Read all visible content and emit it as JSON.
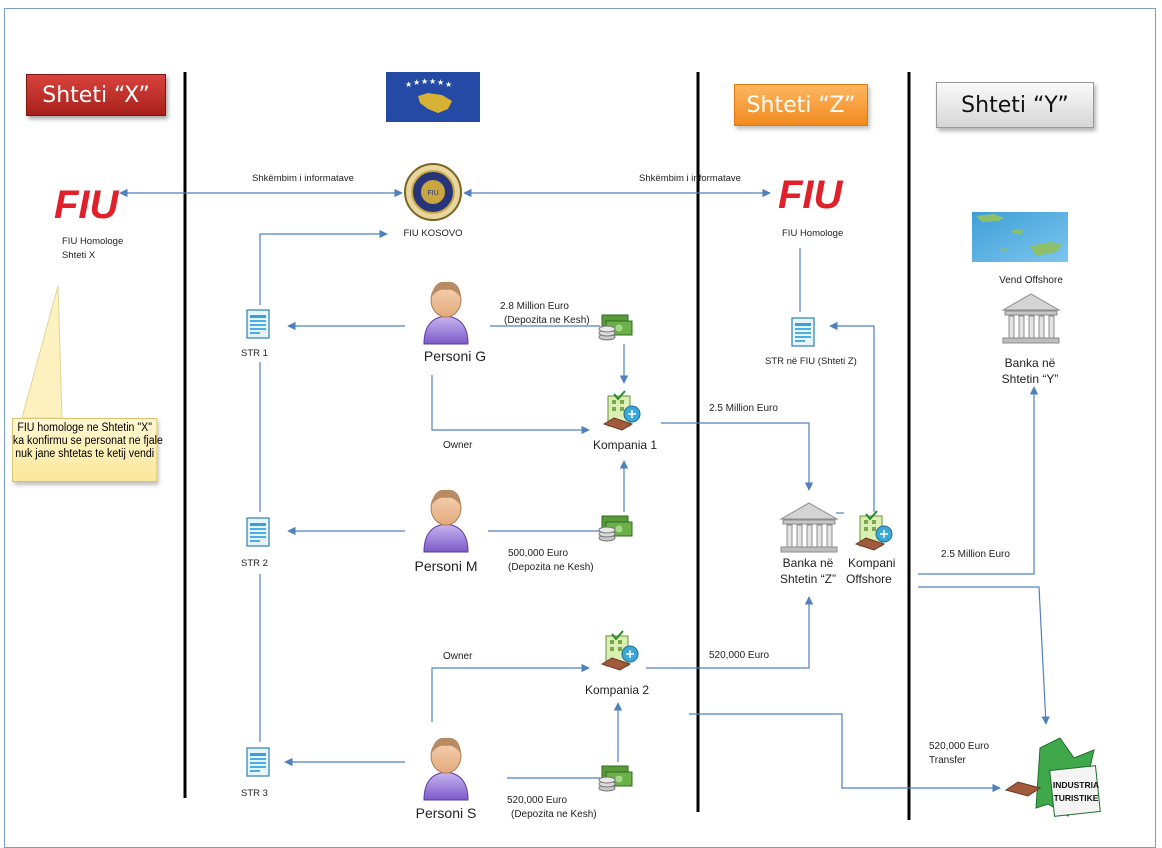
{
  "headers": {
    "x": "Shteti “X”",
    "z": "Shteti “Z”",
    "y": "Shteti “Y”"
  },
  "fiu_logo_text": "FIU",
  "fiu_homologe_x": [
    "FIU Homologe",
    "Shteti X"
  ],
  "fiu_homologe_z": "FIU Homologe",
  "fiu_kosovo": "FIU KOSOVO",
  "exchange_label": "Shkëmbim i informatave",
  "callout": [
    "FIU homologe ne Shtetin \"X\"",
    "ka konfirmu se personat ne fjale",
    "nuk jane shtetas te ketij vendi"
  ],
  "str_labels": [
    "STR 1",
    "STR 2",
    "STR 3"
  ],
  "str_fiu_z": "STR në FIU (Shteti Z)",
  "persons": [
    "Personi G",
    "Personi M",
    "Personi S"
  ],
  "deposit_g": [
    "2.8 Million Euro",
    "(Depozita ne Kesh)"
  ],
  "deposit_m": [
    "500,000 Euro",
    "(Depozita ne Kesh)"
  ],
  "deposit_s": [
    "520,000 Euro",
    "(Depozita ne Kesh)"
  ],
  "owner_label": "Owner",
  "kompania_1": "Kompania 1",
  "kompania_2": "Kompania 2",
  "transfer_2_5": "2.5 Million Euro",
  "transfer_520": "520,000 Euro",
  "banka_z": [
    "Banka në",
    "Shtetin “Z”"
  ],
  "kompani_offshore": [
    "Kompani",
    "Offshore"
  ],
  "vend_offshore": "Vend Offshore",
  "banka_y": [
    "Banka në",
    "Shtetin “Y”"
  ],
  "transfer_offshore": "2.5 Million Euro",
  "transfer_tourism": [
    "520,000 Euro",
    "Transfer"
  ],
  "industria": [
    "INDUSTRIA",
    "TURISTIKE"
  ],
  "colors": {
    "arrow": "#4f81bd",
    "fiu_red": "#e0202a",
    "divider": "#000000"
  }
}
